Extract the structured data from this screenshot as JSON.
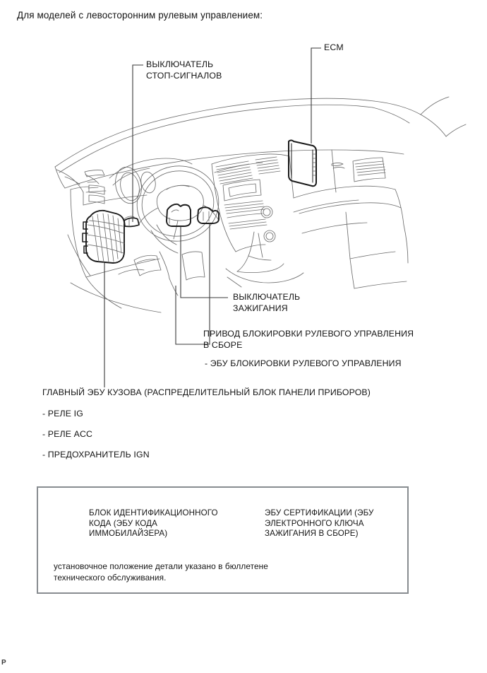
{
  "page": {
    "heading": "Для моделей с левосторонним рулевым управлением:",
    "footer_mark": "P"
  },
  "callouts": {
    "stop_lamp_switch": "ВЫКЛЮЧАТЕЛЬ\nСТОП-СИГНАЛОВ",
    "ecm": "ECM",
    "ignition_switch": "ВЫКЛЮЧАТЕЛЬ\nЗАЖИГАНИЯ",
    "steering_lock_actuator": "ПРИВОД БЛОКИРОВКИ РУЛЕВОГО УПРАВЛЕНИЯ\nВ СБОРЕ",
    "steering_lock_ecu": "- ЭБУ БЛОКИРОВКИ РУЛЕВОГО УПРАВЛЕНИЯ"
  },
  "main_body_ecu": {
    "title": "ГЛАВНЫЙ ЭБУ КУЗОВА (РАСПРЕДЕЛИТЕЛЬНЫЙ БЛОК ПАНЕЛИ ПРИБОРОВ)",
    "items": [
      "- РЕЛЕ IG",
      "- РЕЛЕ ACC",
      "- ПРЕДОХРАНИТЕЛЬ IGN"
    ]
  },
  "legend": {
    "items": [
      {
        "icon": "transponder-key-amplifier-icon",
        "label": "БЛОК ИДЕНТИФИКАЦИОННОГО\nКОДА (ЭБУ КОДА\nИММОБИЛАЙЗЕРА)"
      },
      {
        "icon": "certification-ecu-icon",
        "label": "ЭБУ СЕРТИФИКАЦИИ (ЭБУ\nЭЛЕКТРОННОГО КЛЮЧА\nЗАЖИГАНИЯ В СБОРЕ)"
      }
    ],
    "note": "установочное положение детали указано в бюллетене\nтехнического обслуживания."
  },
  "colors": {
    "line": "#1a1a1a",
    "illustration_line": "#6d6d6d",
    "legend_border": "#888c90",
    "text": "#141414",
    "background": "#ffffff"
  }
}
